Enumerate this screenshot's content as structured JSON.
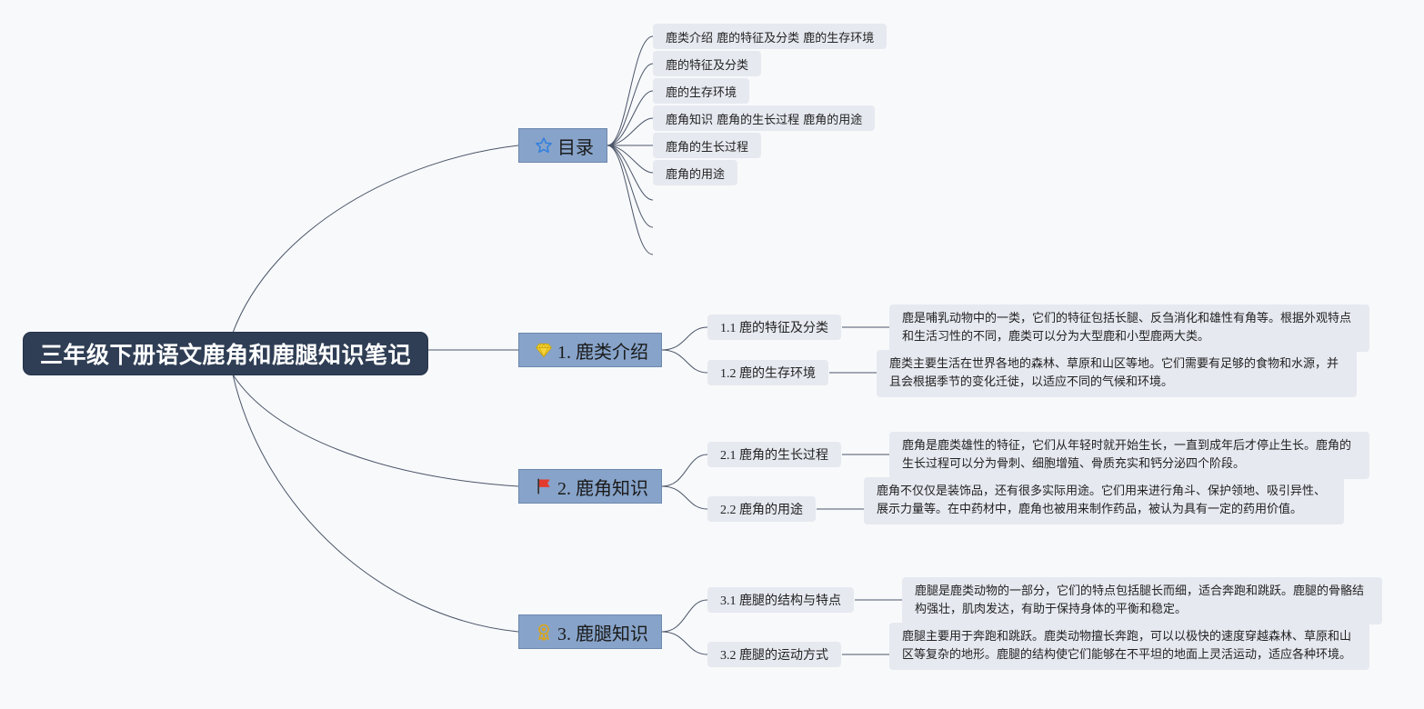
{
  "root": {
    "title": "三年级下册语文鹿角和鹿腿知识笔记"
  },
  "toc": {
    "label": "目录",
    "icon": "star-outline-icon",
    "items": [
      "鹿类介绍 鹿的特征及分类 鹿的生存环境",
      "鹿的特征及分类",
      "鹿的生存环境",
      "鹿角知识 鹿角的生长过程 鹿角的用途",
      "鹿角的生长过程",
      "鹿角的用途"
    ]
  },
  "sections": [
    {
      "label": "1. 鹿类介绍",
      "icon": "diamond-icon",
      "subs": [
        {
          "label": "1.1 鹿的特征及分类",
          "text": "鹿是哺乳动物中的一类，它们的特征包括长腿、反刍消化和雄性有角等。根据外观特点和生活习性的不同，鹿类可以分为大型鹿和小型鹿两大类。"
        },
        {
          "label": "1.2 鹿的生存环境",
          "text": "鹿类主要生活在世界各地的森林、草原和山区等地。它们需要有足够的食物和水源，并且会根据季节的变化迁徙，以适应不同的气候和环境。"
        }
      ]
    },
    {
      "label": "2. 鹿角知识",
      "icon": "red-flag-icon",
      "subs": [
        {
          "label": "2.1 鹿角的生长过程",
          "text": "鹿角是鹿类雄性的特征，它们从年轻时就开始生长，一直到成年后才停止生长。鹿角的生长过程可以分为骨刺、细胞增殖、骨质充实和钙分泌四个阶段。"
        },
        {
          "label": "2.2 鹿角的用途",
          "text": "鹿角不仅仅是装饰品，还有很多实际用途。它们用来进行角斗、保护领地、吸引异性、展示力量等。在中药材中，鹿角也被用来制作药品，被认为具有一定的药用价值。"
        }
      ]
    },
    {
      "label": "3. 鹿腿知识",
      "icon": "award-ribbon-icon",
      "subs": [
        {
          "label": "3.1 鹿腿的结构与特点",
          "text": "鹿腿是鹿类动物的一部分，它们的特点包括腿长而细，适合奔跑和跳跃。鹿腿的骨骼结构强壮，肌肉发达，有助于保持身体的平衡和稳定。"
        },
        {
          "label": "3.2 鹿腿的运动方式",
          "text": "鹿腿主要用于奔跑和跳跃。鹿类动物擅长奔跑，可以以极快的速度穿越森林、草原和山区等复杂的地形。鹿腿的结构使它们能够在不平坦的地面上灵活运动，适应各种环境。"
        }
      ]
    }
  ]
}
